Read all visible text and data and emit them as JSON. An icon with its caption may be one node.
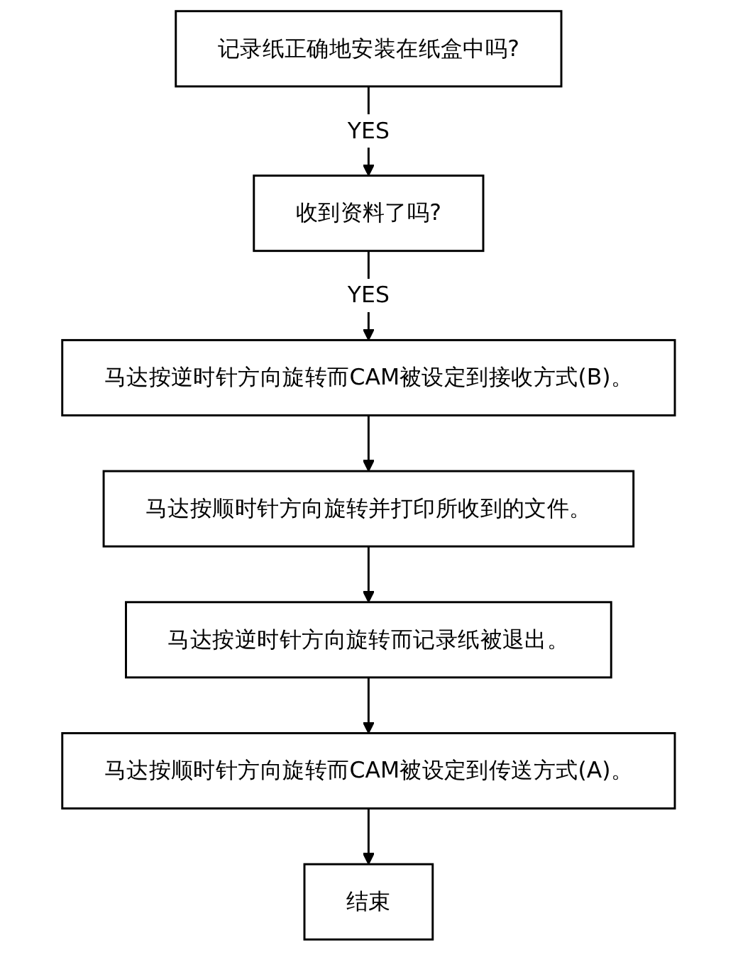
{
  "diagram": {
    "nodes": [
      {
        "text": [
          "记录纸正确地安装在纸盒中吗?"
        ]
      },
      {
        "text": [
          "收到资料了吗?"
        ]
      },
      {
        "text": [
          "马达按逆时针方向旋转而CAM被设定到接收方式(B)。"
        ]
      },
      {
        "text": [
          "马达按顺时针方向旋转并打印所收到的文件。"
        ]
      },
      {
        "text": [
          "马达按逆时针方向旋转而记录纸被退出。"
        ]
      },
      {
        "text": [
          "马达按顺时针方向旋转而CAM被设定到传送方式(A)。"
        ]
      },
      {
        "text": [
          "结束"
        ]
      }
    ],
    "edges": [
      {
        "from": 0,
        "to": 1,
        "arrow": "to",
        "label": "YES"
      },
      {
        "from": 1,
        "to": 2,
        "arrow": "to",
        "label": "YES"
      },
      {
        "from": 2,
        "to": 3,
        "arrow": "to"
      },
      {
        "from": 3,
        "to": 4,
        "arrow": "to"
      },
      {
        "from": 4,
        "to": 5,
        "arrow": "to"
      },
      {
        "from": 5,
        "to": 6,
        "arrow": "to"
      }
    ]
  }
}
